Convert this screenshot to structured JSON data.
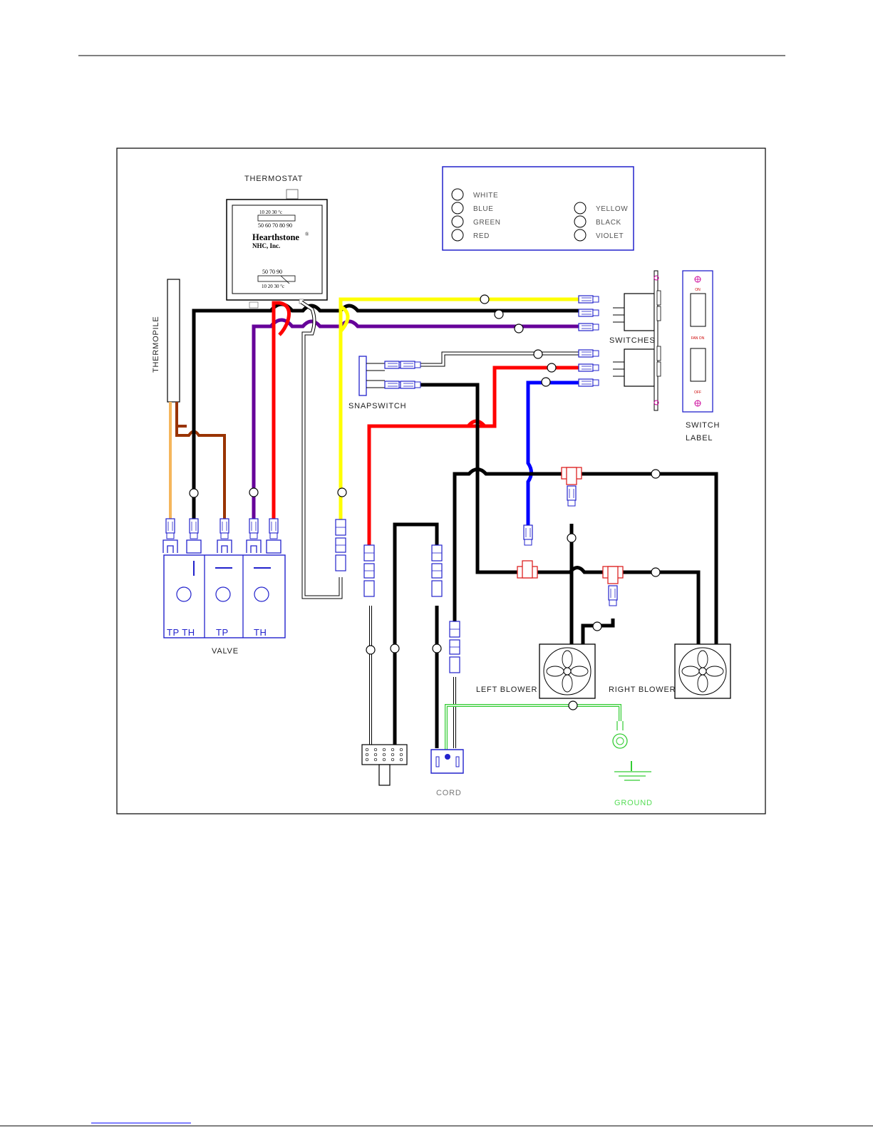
{
  "labels": {
    "thermostat": "THERMOSTAT",
    "thermopile": "THERMOPILE",
    "switches": "SWITCHES",
    "switch_label_1": "SWITCH",
    "switch_label_2": "LABEL",
    "snapswitch": "SNAPSWITCH",
    "valve": "VALVE",
    "left_blower": "LEFT  BLOWER",
    "right_blower": "RIGHT  BLOWER",
    "cord": "CORD",
    "ground": "GROUND"
  },
  "thermostat_face": {
    "brand": "Hearthstone",
    "reg": "®",
    "company": "NHC, Inc.",
    "top_scale_c": "10     20     30 °c",
    "top_scale_f": "50 60 70 80 90",
    "bottom_scale_f": "50   70   90",
    "bottom_scale_c": "10     20     30 °c"
  },
  "valve_cells": {
    "a": "TP  TH",
    "b": "TP",
    "c": "TH"
  },
  "legend": [
    {
      "name": "WHITE"
    },
    {
      "name": "BLUE"
    },
    {
      "name": "GREEN"
    },
    {
      "name": "RED"
    },
    {
      "name": "YELLOW"
    },
    {
      "name": "BLACK"
    },
    {
      "name": "VIOLET"
    }
  ],
  "switch_plate": {
    "top": "ON",
    "mid": "FAN ON",
    "bottom": "OFF"
  },
  "colors": {
    "black": "#000000",
    "yellow": "#ffff00",
    "red": "#ff0000",
    "violet": "#660099",
    "blue": "#0000ff",
    "brown": "#993300",
    "tan": "#f5b65c",
    "green": "#33cc33",
    "connector": "#2222cc",
    "tconn": "#dd2222"
  }
}
